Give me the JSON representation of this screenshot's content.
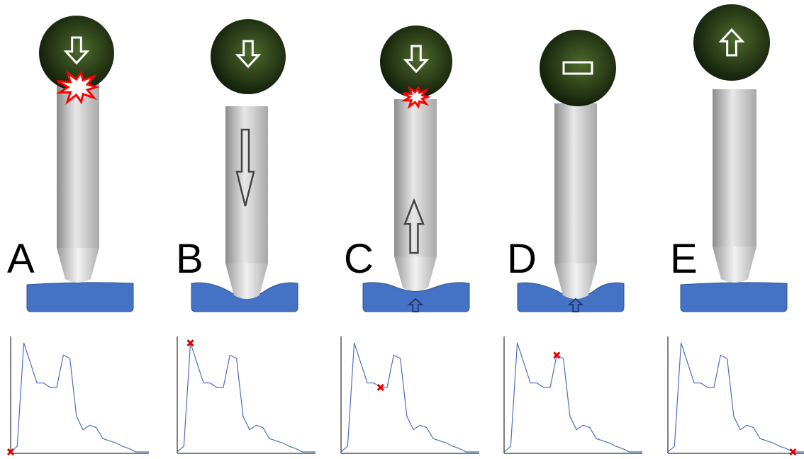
{
  "colors": {
    "ball_edge": "#0f1a08",
    "ball_center": "#4e6a2c",
    "rod_light": "#e8e8e8",
    "rod_dark": "#8c8c8c",
    "substrate": "#4472c4",
    "substrate_edge": "#2f528f",
    "impact": "#ff0000",
    "curve": "#4a6fc4",
    "marker": "#e00000"
  },
  "curve_shape": [
    0,
    0.05,
    0.98,
    0.8,
    0.62,
    0.62,
    0.58,
    0.58,
    0.87,
    0.84,
    0.32,
    0.2,
    0.24,
    0.22,
    0.12,
    0.1,
    0.08,
    0.05,
    0.03,
    0.0,
    0.0,
    0.0
  ],
  "panels": [
    {
      "letter": "A",
      "ball_symbol": "down-arrow-icon",
      "impact_spark": "large",
      "rod_arrow": "none",
      "substrate_shape": "flat",
      "bottom_arrow": false,
      "marker_index": 0
    },
    {
      "letter": "B",
      "ball_symbol": "down-arrow-icon",
      "impact_spark": "none",
      "rod_arrow": "down",
      "substrate_shape": "dent",
      "bottom_arrow": false,
      "marker_index": 2
    },
    {
      "letter": "C",
      "ball_symbol": "down-arrow-icon",
      "impact_spark": "small",
      "rod_arrow": "up",
      "substrate_shape": "shallow-dent",
      "bottom_arrow": true,
      "marker_index": 6
    },
    {
      "letter": "D",
      "ball_symbol": "rectangle-icon",
      "impact_spark": "none",
      "rod_arrow": "none",
      "substrate_shape": "dent",
      "bottom_arrow": true,
      "marker_index": 8
    },
    {
      "letter": "E",
      "ball_symbol": "up-arrow-icon",
      "impact_spark": "none",
      "rod_arrow": "none",
      "substrate_shape": "flat",
      "bottom_arrow": false,
      "marker_index": 19
    }
  ]
}
